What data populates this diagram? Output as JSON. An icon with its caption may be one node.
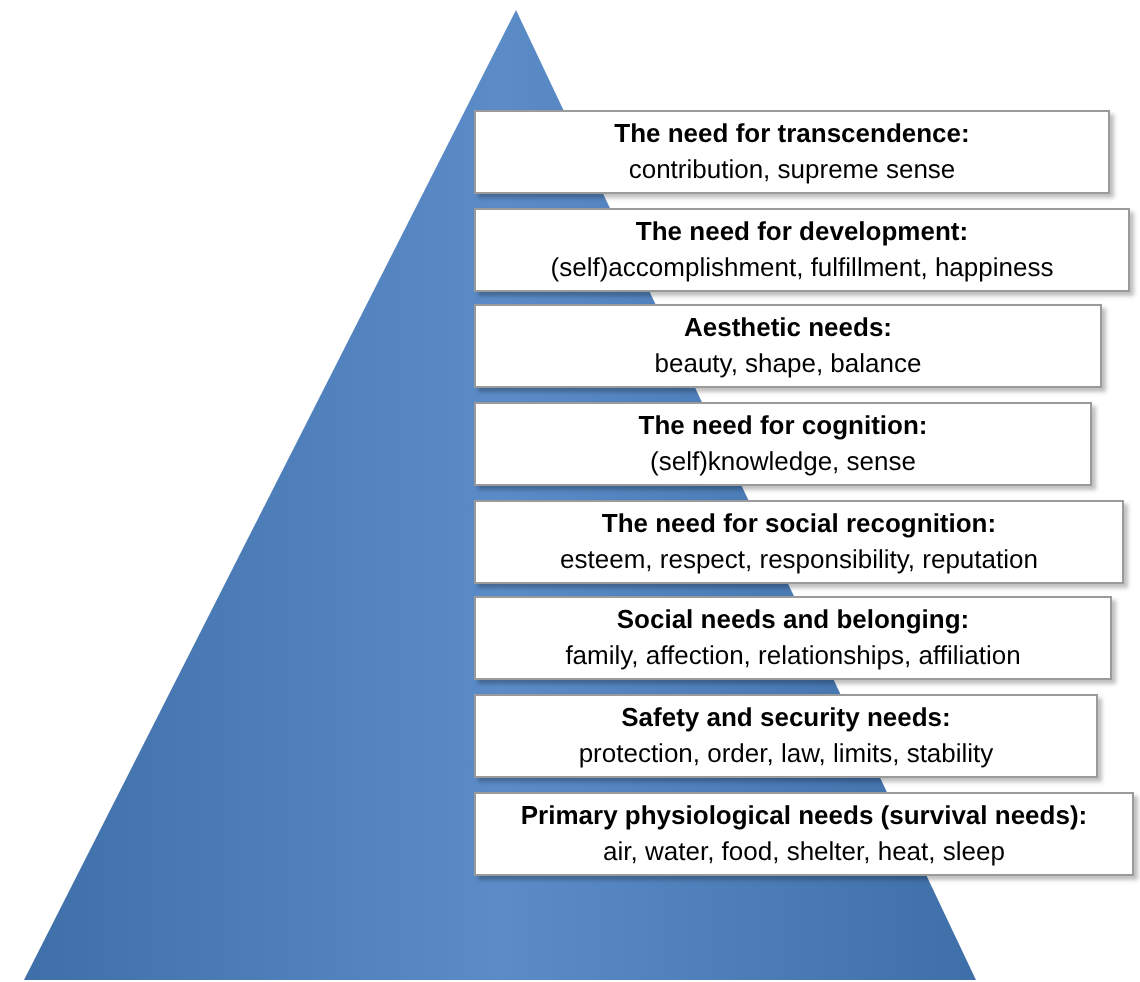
{
  "diagram": {
    "nodes": [
      {
        "text": [
          "The need for transcendence:",
          "contribution, supreme sense"
        ]
      },
      {
        "text": [
          "The need for development:",
          "(self)accomplishment, fulfillment, happiness"
        ]
      },
      {
        "text": [
          "Aesthetic needs:",
          "beauty, shape, balance"
        ]
      },
      {
        "text": [
          "The need for cognition:",
          "(self)knowledge, sense"
        ]
      },
      {
        "text": [
          "The need for social recognition:",
          "esteem, respect, responsibility, reputation"
        ]
      },
      {
        "text": [
          "Social needs and belonging:",
          "family, affection, relationships, affiliation"
        ]
      },
      {
        "text": [
          "Safety and security needs:",
          "protection, order, law, limits, stability"
        ]
      },
      {
        "text": [
          "Primary physiological needs (survival needs):",
          "air, water, food, shelter, heat, sleep"
        ]
      }
    ]
  }
}
